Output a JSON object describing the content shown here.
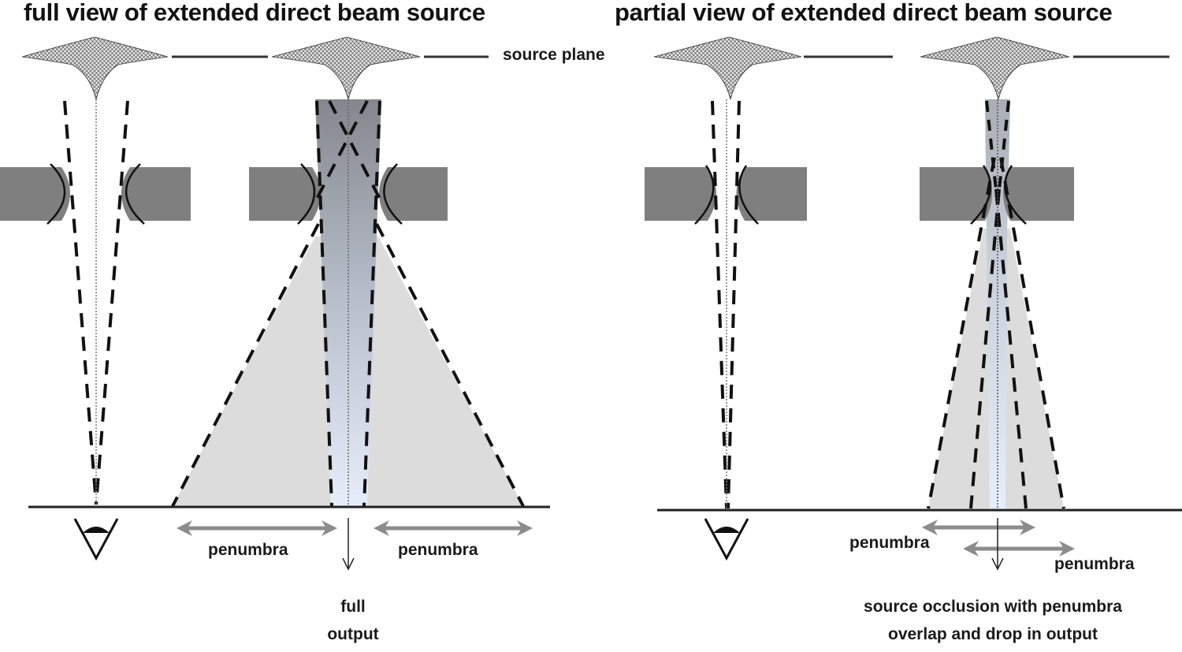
{
  "titles": {
    "left": "full view of extended direct beam source",
    "right": "partial view of extended direct beam source"
  },
  "labels": {
    "source_plane": "source plane",
    "penumbra": "penumbra",
    "full_output_line1": "full",
    "full_output_line2": "output",
    "occlusion_line1": "source occlusion with penumbra",
    "occlusion_line2": "overlap and drop in output"
  },
  "colors": {
    "aperture": "#7f7f7f",
    "penumbra_fill": "#dcdcdc",
    "umbra_top": "#8a8d93",
    "umbra_bottom": "#e6eefa",
    "arrow_gray": "#8c8c8c",
    "line_black": "#111111"
  },
  "panels": [
    {
      "id": "full-view-eye",
      "kind": "observer"
    },
    {
      "id": "full-view-beam",
      "kind": "full-beam"
    },
    {
      "id": "partial-view-eye",
      "kind": "observer"
    },
    {
      "id": "partial-view-beam",
      "kind": "partial-beam"
    }
  ]
}
